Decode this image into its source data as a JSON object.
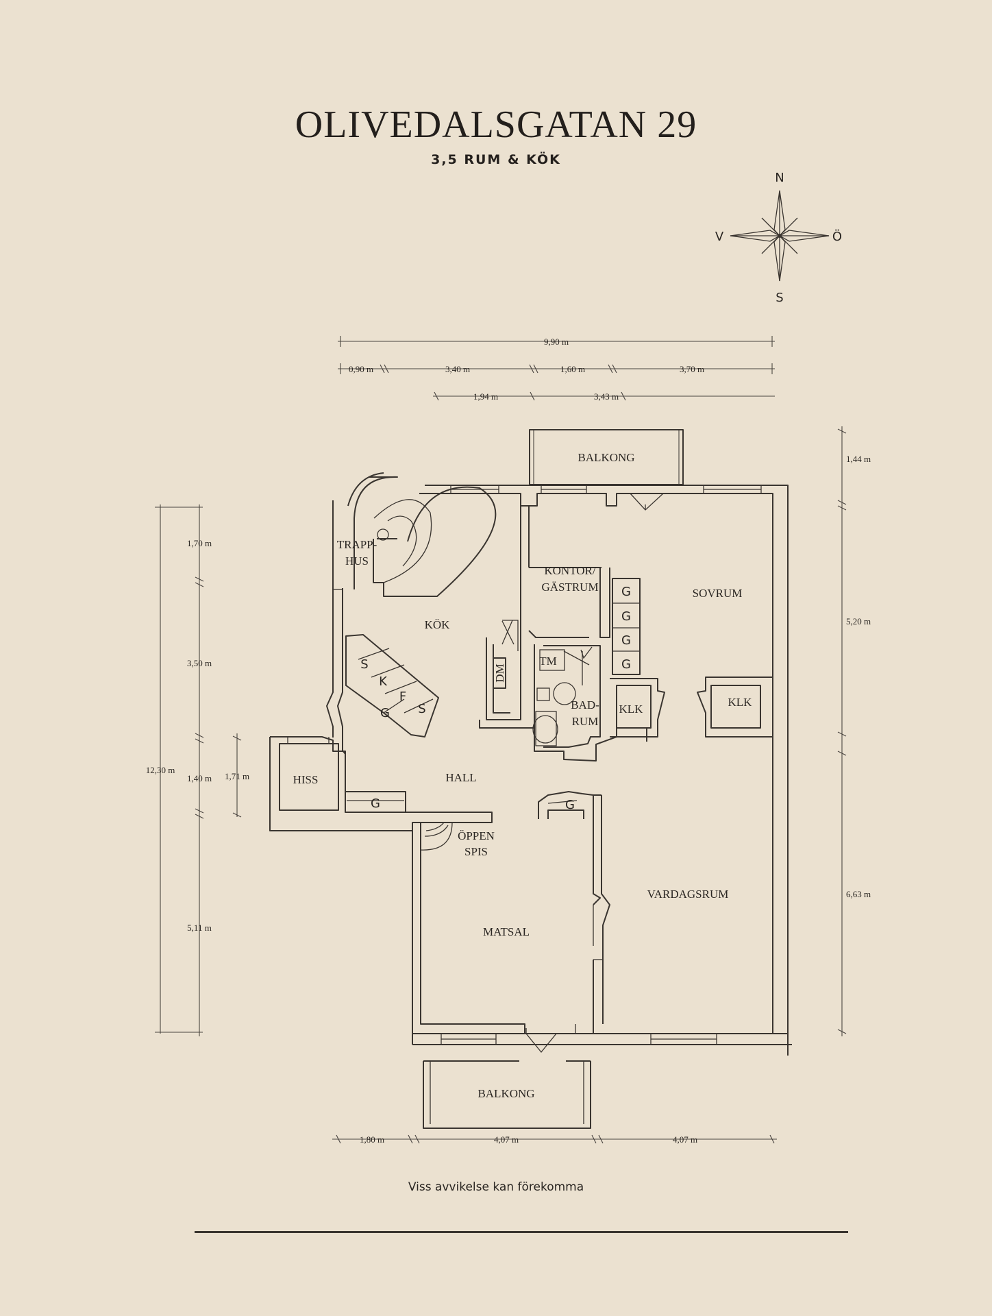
{
  "header": {
    "title": "OLIVEDALSGATAN 29",
    "subtitle": "3,5 RUM & KÖK"
  },
  "compass": {
    "north": "N",
    "west": "V",
    "east": "Ö",
    "south": "S"
  },
  "rooms": {
    "balkong_top": "BALKONG",
    "trapphus_1": "TRAPP-",
    "trapphus_2": "HUS",
    "kontor_1": "KONTOR/",
    "kontor_2": "GÄSTRUM",
    "sovrum": "SOVRUM",
    "kok": "KÖK",
    "tm": "TM",
    "dm": "DM",
    "badrum_1": "BAD-",
    "badrum_2": "RUM",
    "klk_1": "KLK",
    "klk_2": "KLK",
    "hiss": "HISS",
    "hall": "HALL",
    "oppen_1": "ÖPPEN",
    "oppen_2": "SPIS",
    "vardagsrum": "VARDAGSRUM",
    "matsal": "MATSAL",
    "balkong_bottom": "BALKONG",
    "s1": "S",
    "k": "K",
    "f": "F",
    "g_kok": "G",
    "s2": "S",
    "g_hall1": "G",
    "g_hall2": "G",
    "g_sov1": "G",
    "g_sov2": "G",
    "g_sov3": "G",
    "g_sov4": "G"
  },
  "dimensions": {
    "top_total": "9,90 m",
    "top_a": "0,90 m",
    "top_b": "3,40 m",
    "top_c": "1,60 m",
    "top_d": "3,70 m",
    "top_e": "1,94 m",
    "top_f": "3,43 m",
    "left_total": "12,30 m",
    "left_a": "1,70 m",
    "left_b": "3,50 m",
    "left_c": "1,40 m",
    "left_d": "5,11 m",
    "left_hiss": "1,71 m",
    "right_a": "1,44 m",
    "right_b": "5,20 m",
    "right_c": "6,63 m",
    "bottom_a": "1,80 m",
    "bottom_b": "4,07 m",
    "bottom_c": "4,07 m"
  },
  "footer": {
    "disclaimer": "Viss avvikelse kan förekomma"
  }
}
